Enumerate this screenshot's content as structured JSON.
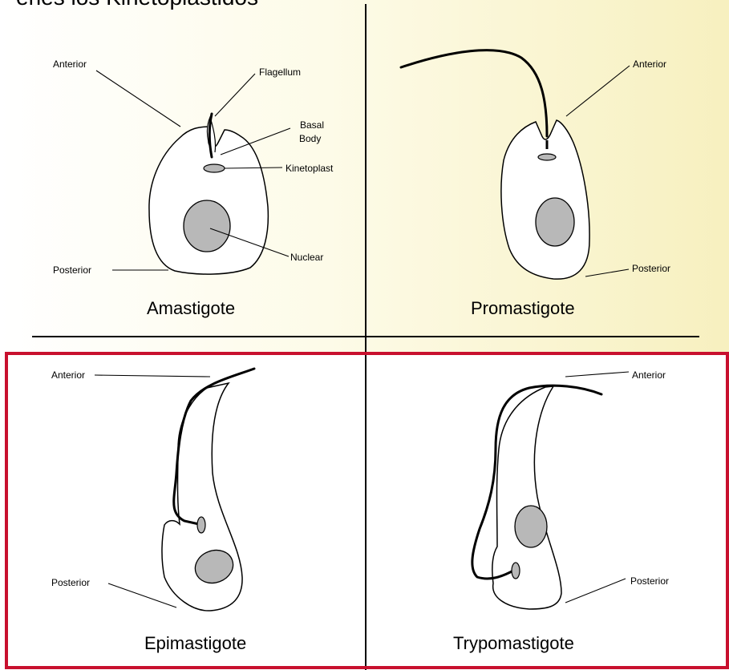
{
  "heading": "enes los Kinetoplastidos",
  "colors": {
    "frame_red": "#c8102e",
    "nucleus_gray": "#b8b8b8",
    "top_tint": "#f7f0bf"
  },
  "amastigote": {
    "title": "Amastigote",
    "anterior": "Anterior",
    "flagellum": "Flagellum",
    "basal_body_line1": "Basal",
    "basal_body_line2": "Body",
    "kinetoplast": "Kinetoplast",
    "nuclear": "Nuclear",
    "posterior": "Posterior"
  },
  "promastigote": {
    "title": "Promastigote",
    "anterior": "Anterior",
    "posterior": "Posterior"
  },
  "epimastigote": {
    "title": "Epimastigote",
    "anterior": "Anterior",
    "posterior": "Posterior"
  },
  "trypomastigote": {
    "title": "Trypomastigote",
    "anterior": "Anterior",
    "posterior": "Posterior"
  }
}
